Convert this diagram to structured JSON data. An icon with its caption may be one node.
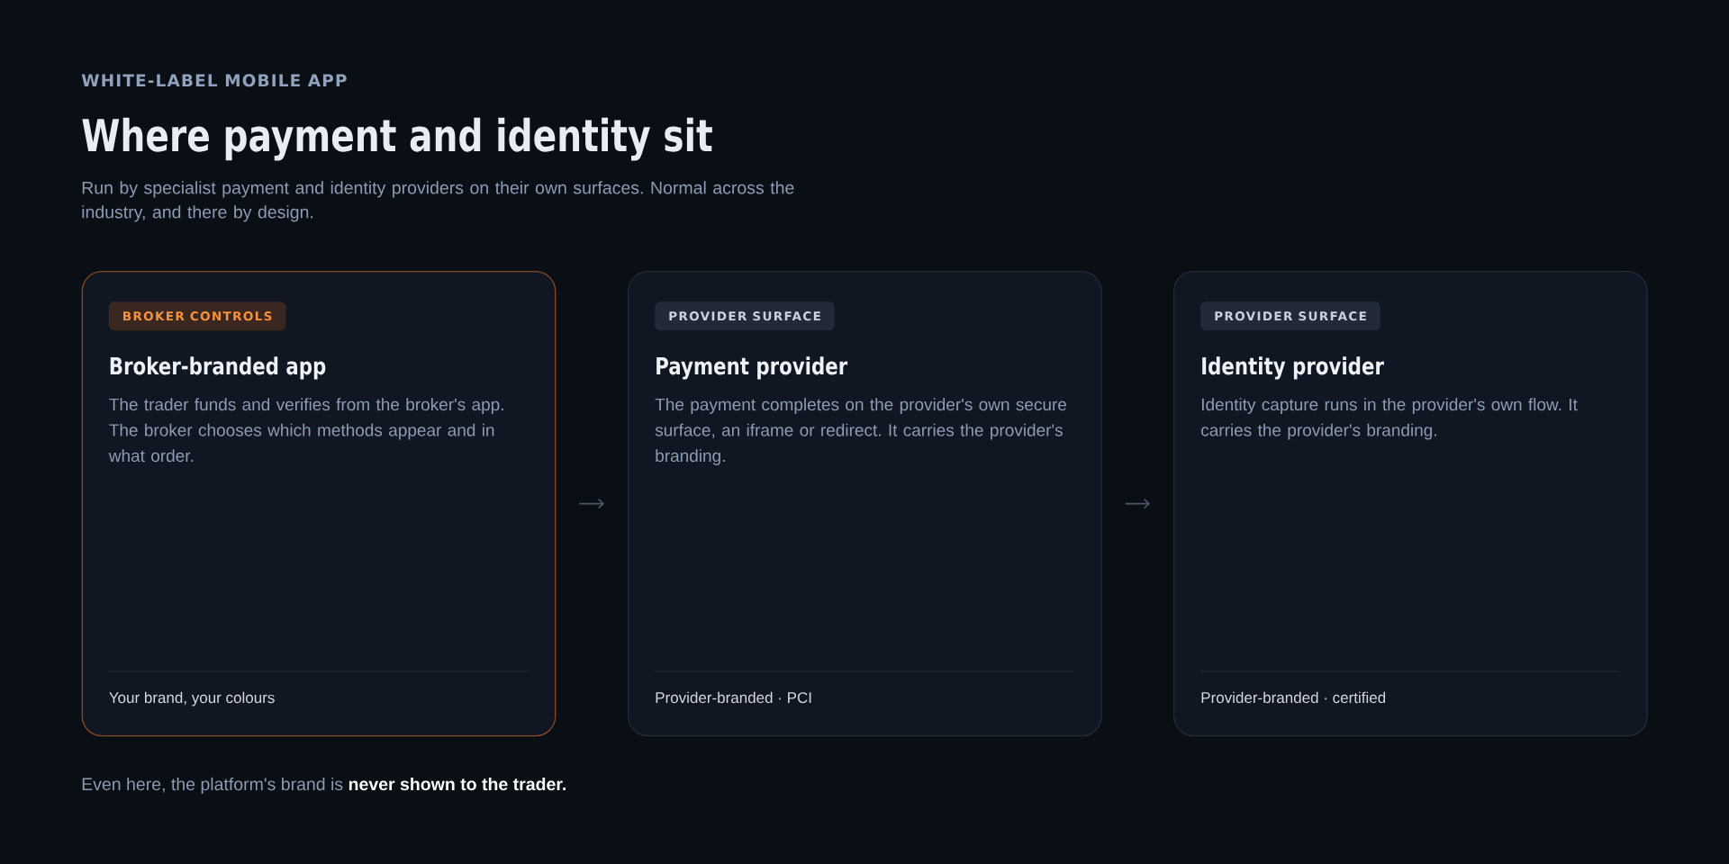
{
  "diagram": {
    "title": "Where payment and identity sit",
    "caption": "Even here, the platform's brand is **never shown to the trader.**",
    "nodes": [
      {
        "text": [
          "Broker-branded app",
          "The trader funds and verifies from the broker's app. The broker chooses which methods appear and in what order.",
          "Your brand, your colours"
        ]
      },
      {
        "text": [
          "BROKER CONTROLS"
        ],
        "in": 0
      },
      {
        "text": [
          "Payment provider",
          "The payment completes on the provider's own secure surface, an iframe or redirect. It carries the provider's branding.",
          "Provider-branded · PCI"
        ]
      },
      {
        "text": [
          "PROVIDER SURFACE"
        ],
        "in": 2
      },
      {
        "text": [
          "Identity provider",
          "Identity capture runs in the provider's own flow. It carries the provider's branding.",
          "Provider-branded · certified"
        ]
      },
      {
        "text": [
          "PROVIDER SURFACE"
        ],
        "in": 4
      }
    ],
    "edges": [
      {
        "from": 0,
        "to": 2,
        "arrow": "to"
      },
      {
        "from": 2,
        "to": 4,
        "arrow": "to"
      }
    ],
    "labels": [
      "WHITE-LABEL MOBILE APP",
      "Run by specialist payment and identity providers on their own surfaces. Normal across the industry, and there by design."
    ]
  }
}
